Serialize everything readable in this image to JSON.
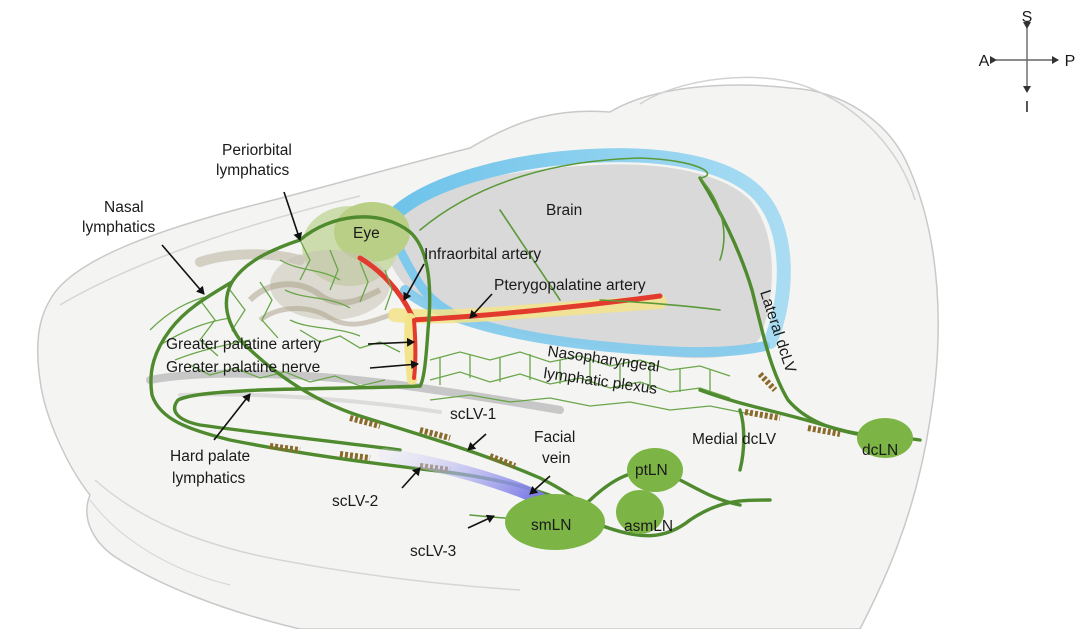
{
  "colors": {
    "lymphatic": "#4f8a2f",
    "lymph_node": "#7cb545",
    "artery": "#e23b2e",
    "csf": "#6ec3ea",
    "brain": "#d9d9d9",
    "nerve": "#f2e27a",
    "vein": "#8f8fe8"
  },
  "compass": {
    "superior": "S",
    "inferior": "I",
    "anterior": "A",
    "posterior": "P"
  },
  "labels": {
    "brain": "Brain",
    "eye": "Eye",
    "periorbital_line1": "Periorbital",
    "periorbital_line2": "lymphatics",
    "nasal_line1": "Nasal",
    "nasal_line2": "lymphatics",
    "infraorbital_artery": "Infraorbital artery",
    "pterygopalatine_artery": "Pterygopalatine artery",
    "greater_palatine_artery": "Greater palatine artery",
    "greater_palatine_nerve": "Greater palatine nerve",
    "nasopharyngeal_line1": "Nasopharyngeal",
    "nasopharyngeal_line2": "lymphatic plexus",
    "lateral_dclv": "Lateral dcLV",
    "medial_dclv": "Medial dcLV",
    "hard_palate_line1": "Hard palate",
    "hard_palate_line2": "lymphatics",
    "sclv1": "scLV-1",
    "sclv2": "scLV-2",
    "sclv3": "scLV-3",
    "facial_vein_line1": "Facial",
    "facial_vein_line2": "vein",
    "ptln": "ptLN",
    "smln": "smLN",
    "asmln": "asmLN",
    "dcln": "dcLN"
  }
}
